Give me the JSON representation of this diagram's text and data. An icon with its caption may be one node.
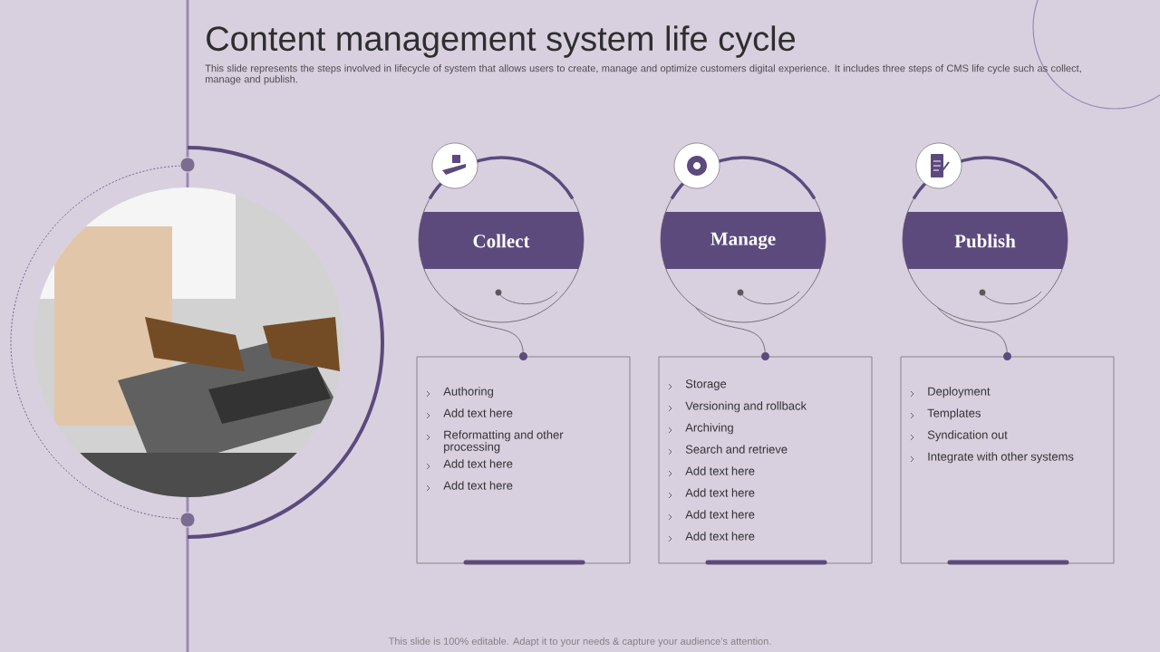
{
  "diagram": {
    "title": "Content management system life cycle",
    "nodes": [
      {
        "text": [],
        "shape": "picture"
      },
      {
        "text": [
          "Collect"
        ]
      },
      {
        "text": [
          "Authoring",
          "Add text here",
          "Reformatting and other processing",
          "Add text here",
          "Add text here"
        ]
      },
      {
        "text": [
          "Manage"
        ]
      },
      {
        "text": [
          "Storage",
          "Versioning and rollback",
          "Archiving",
          "Search and retrieve",
          "Add text here",
          "Add text here",
          "Add text here",
          "Add text here"
        ]
      },
      {
        "text": [
          "Publish"
        ]
      },
      {
        "text": [
          "Deployment",
          "Templates",
          "Syndication out",
          "Integrate with other systems"
        ]
      }
    ],
    "edges": [
      {
        "from": 1,
        "to": 2,
        "arrow": "none"
      },
      {
        "from": 3,
        "to": 4,
        "arrow": "none"
      },
      {
        "from": 5,
        "to": 6,
        "arrow": "none"
      }
    ],
    "labels": [
      "This slide represents the steps involved in lifecycle of system that allows users to create, manage and optimize customers digital experience. It includes three steps of CMS life cycle such as collect, manage and publish.",
      "This slide is 100% editable. Adapt it to your needs & capture your audience’s attention."
    ]
  }
}
